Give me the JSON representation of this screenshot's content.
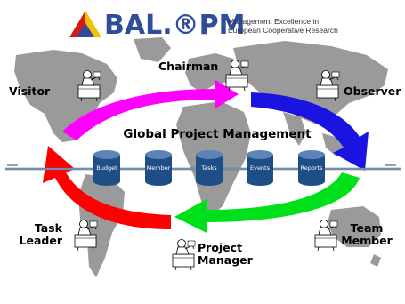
{
  "logo": {
    "wordmark": "BAL.®PM",
    "tagline_line1": "Management Excellence in",
    "tagline_line2": "European Cooperative Research"
  },
  "title": "Global Project Management",
  "wire": {
    "left_label": "www",
    "right_label": "www"
  },
  "modules": [
    {
      "label": "Budget"
    },
    {
      "label": "Member"
    },
    {
      "label": "Tasks"
    },
    {
      "label": "Events"
    },
    {
      "label": "Reports"
    }
  ],
  "roles": {
    "chairman": "Chairman",
    "visitor": "Visitor",
    "observer": "Observer",
    "task_leader_line1": "Task",
    "task_leader_line2": "Leader",
    "team_member_line1": "Team",
    "team_member_line2": "Member",
    "project_manager_line1": "Project",
    "project_manager_line2": "Manager"
  },
  "colors": {
    "map": "#9a9a9a",
    "wire": "#4a6a8a",
    "cylinder": "#1f4d86",
    "cylinder_top": "#5b84b8",
    "arrow_magenta": "#ff00ff",
    "arrow_blue": "#1a14e0",
    "arrow_green": "#00e01a",
    "arrow_red": "#ff0000",
    "logo_blue": "#2e4d9a",
    "logo_red": "#d61a1a",
    "logo_yellow": "#f2c200"
  },
  "icons": {
    "figure": "desk-worker-icon"
  }
}
